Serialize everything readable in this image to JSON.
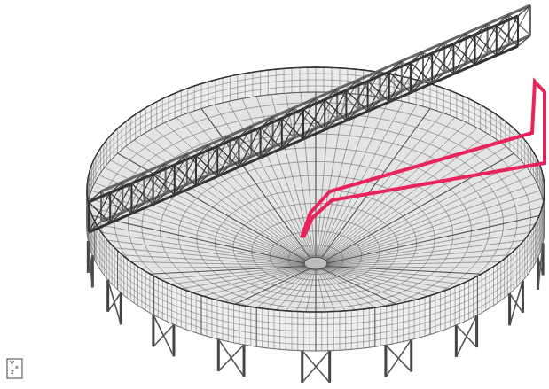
{
  "diagram": {
    "labels": [
      "Y",
      "x",
      "z"
    ]
  }
}
